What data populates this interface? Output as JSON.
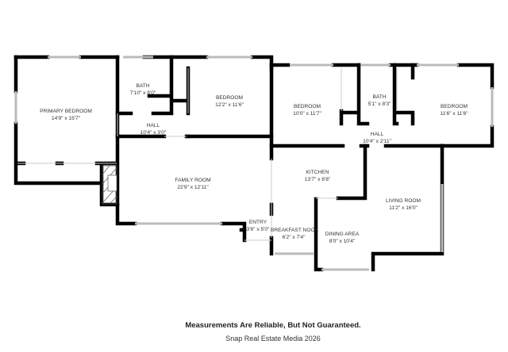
{
  "rooms": [
    {
      "name": "PRIMARY BEDROOM",
      "size": "14'9\" x 15'7\""
    },
    {
      "name": "BATH",
      "size": "7'10\" x 8'0\""
    },
    {
      "name": "BEDROOM",
      "size": "12'2\" x 11'6\""
    },
    {
      "name": "HALL",
      "size": "10'4\" x 3'0\""
    },
    {
      "name": "FAMILY ROOM",
      "size": "22'9\" x 12'11\""
    },
    {
      "name": "ENTRY",
      "size": "3'6\" x 5'0\""
    },
    {
      "name": "BEDROOM",
      "size": "10'0\" x 11'7\""
    },
    {
      "name": "BATH",
      "size": "5'1\" x 8'3\""
    },
    {
      "name": "BEDROOM",
      "size": "11'6\" x 11'6\""
    },
    {
      "name": "HALL",
      "size": "10'4\" x 2'11\""
    },
    {
      "name": "KITCHEN",
      "size": "13'7\" x 8'8\""
    },
    {
      "name": "LIVING ROOM",
      "size": "11'2\" x 16'0\""
    },
    {
      "name": "BREAKFAST NOOK",
      "size": "6'2\" x 7'4\""
    },
    {
      "name": "DINING AREA",
      "size": "8'0\" x 10'4\""
    }
  ],
  "footer": {
    "disclaimer": "Measurements Are Reliable, But Not Guaranteed.",
    "credit": "Snap Real Estate Media 2026"
  }
}
